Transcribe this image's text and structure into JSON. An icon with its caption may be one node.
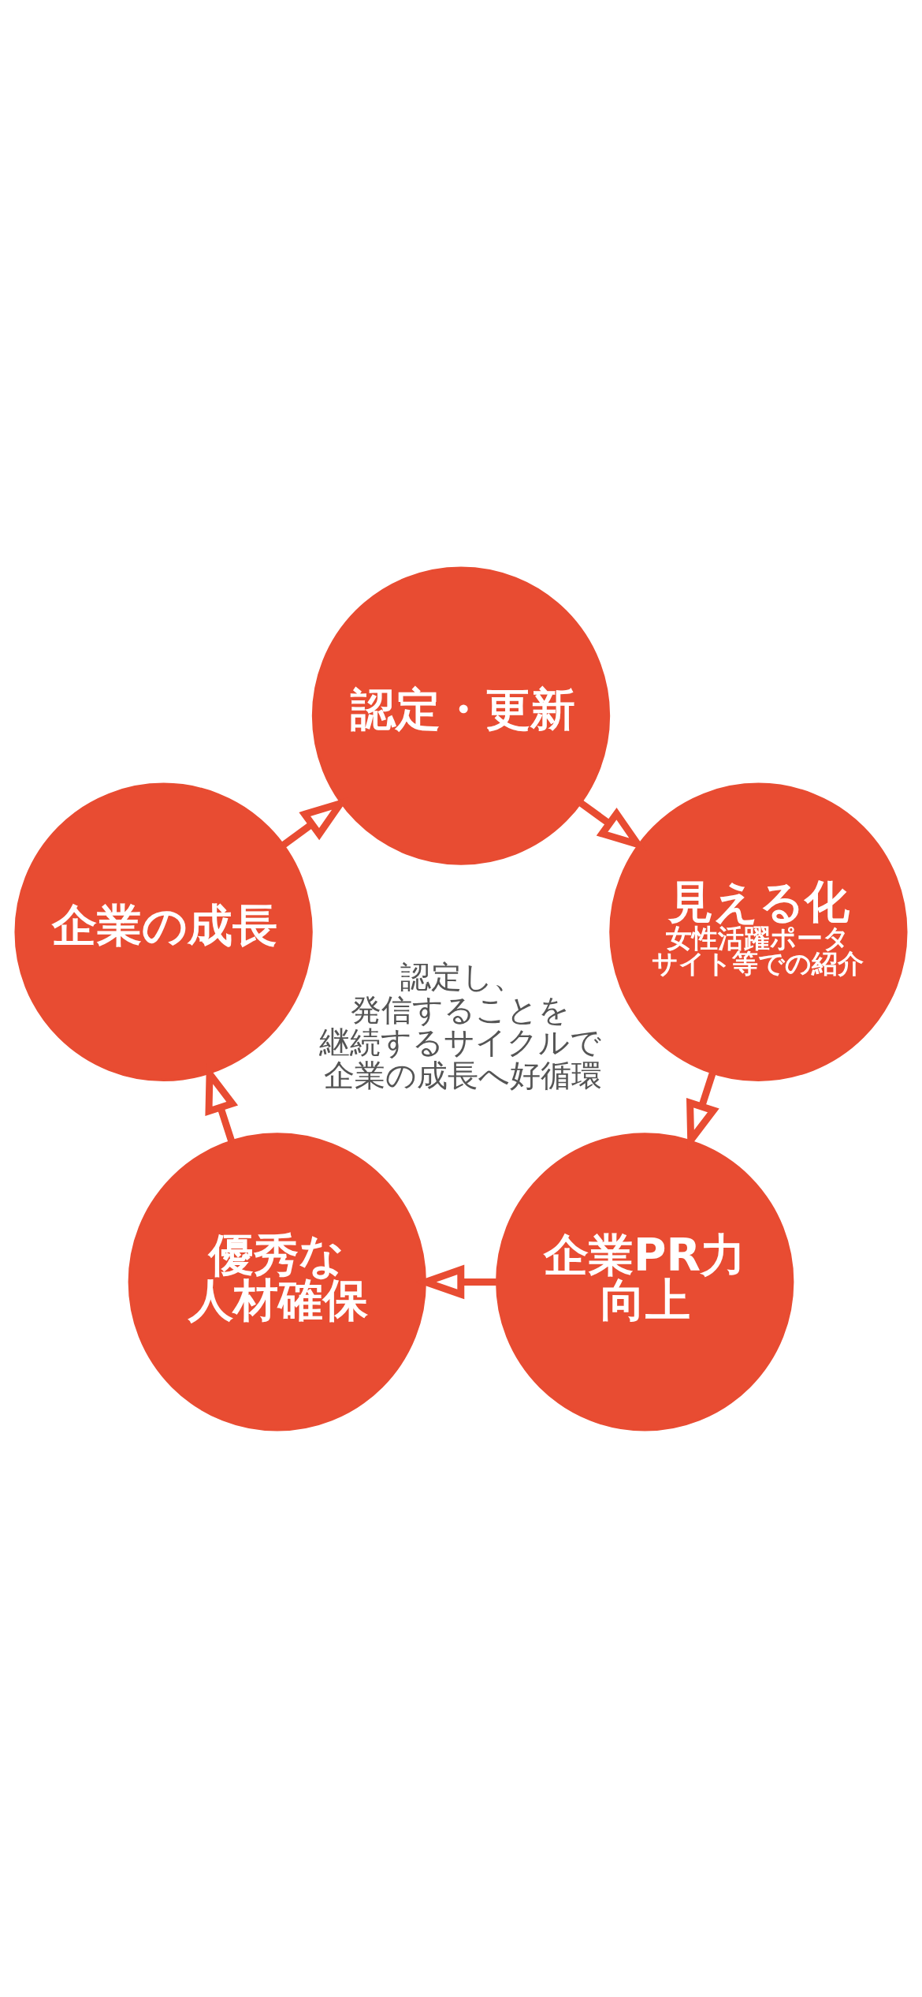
{
  "diagram": {
    "nodes": [
      {
        "text": [
          "認定・更新"
        ]
      },
      {
        "text": [
          "見える化",
          "女性活躍ポータサイト等での紹介"
        ]
      },
      {
        "text": [
          "企業PR力向上"
        ]
      },
      {
        "text": [
          "優秀な人材確保"
        ]
      },
      {
        "text": [
          "企業の成長"
        ]
      }
    ],
    "edges": [
      {
        "from": 0,
        "to": 1,
        "arrow": "to"
      },
      {
        "from": 1,
        "to": 2,
        "arrow": "to"
      },
      {
        "from": 2,
        "to": 3,
        "arrow": "to"
      },
      {
        "from": 3,
        "to": 4,
        "arrow": "to"
      },
      {
        "from": 4,
        "to": 0,
        "arrow": "to"
      }
    ],
    "labels": [
      "認定し、発信することを継続するサイクルで企業の成長へ好循環"
    ]
  }
}
